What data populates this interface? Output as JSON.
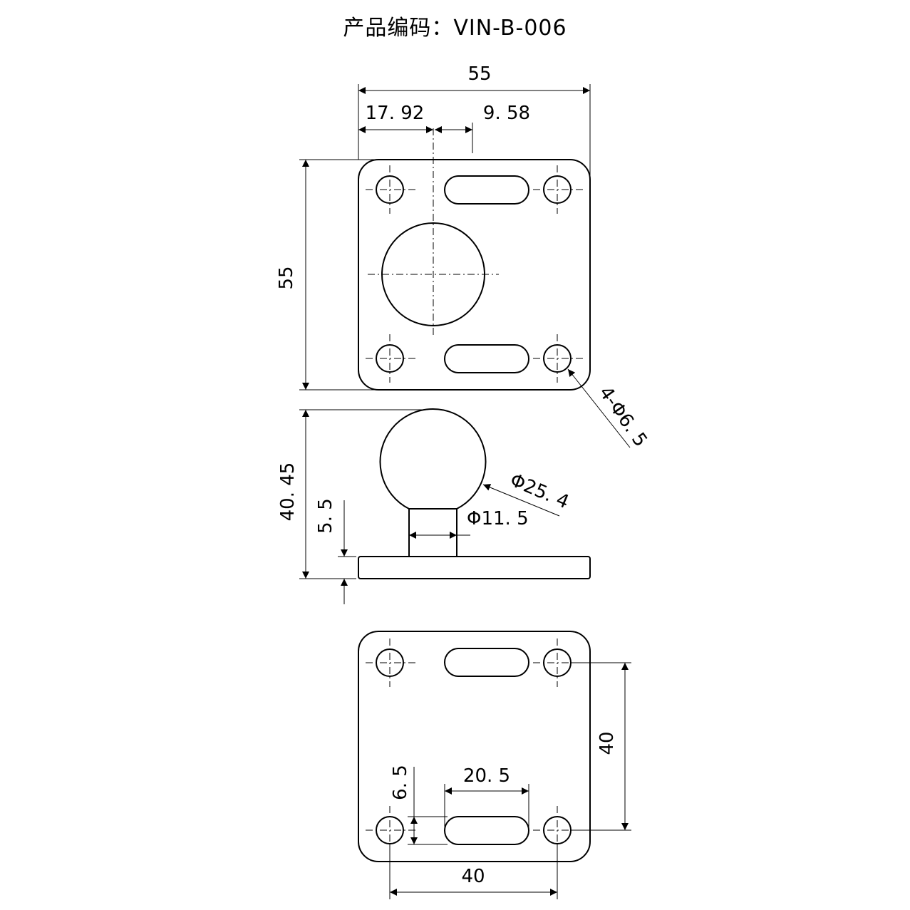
{
  "title": "产品编码：VIN-B-006",
  "dims": {
    "top_width": "55",
    "offset_left": "17. 92",
    "offset_right": "9. 58",
    "top_height": "55",
    "hole_callout": "4-Φ6. 5",
    "total_height": "40. 45",
    "base_thickness": "5. 5",
    "ball_dia": "Φ25. 4",
    "neck_dia": "Φ11. 5",
    "hole_spacing_v": "40",
    "slot_length": "20. 5",
    "slot_width": "6. 5",
    "hole_spacing_h": "40"
  }
}
